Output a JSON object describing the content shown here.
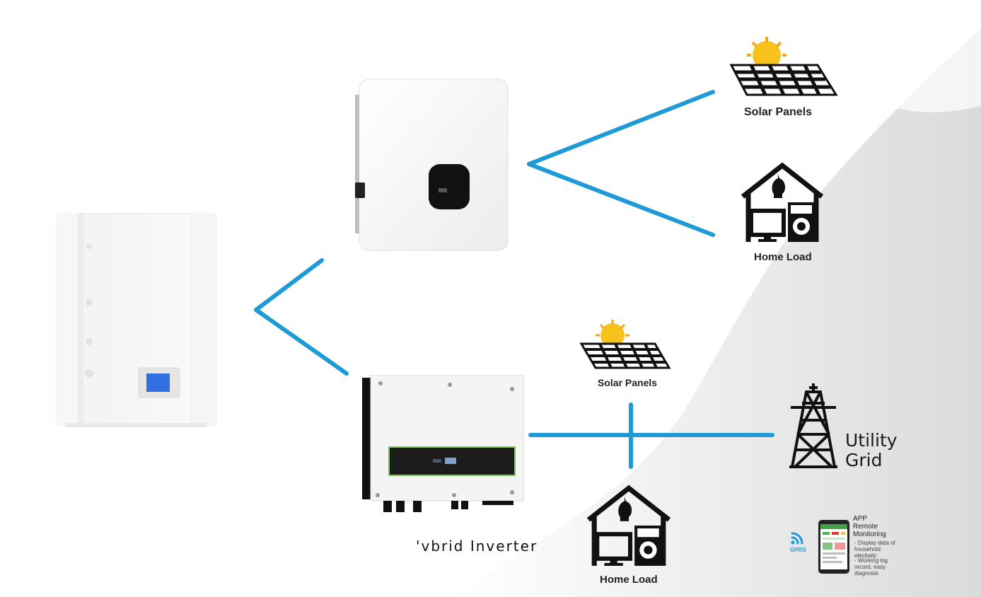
{
  "colors": {
    "connector": "#1e9bd7",
    "icon": "#111111",
    "sun": "#f6c21b",
    "screen_blue": "#2f6fe0"
  },
  "top_system": {
    "solar_label": "Solar Panels",
    "home_label": "Home Load"
  },
  "bottom_system": {
    "inverter_label": "'vbrid Inverter",
    "solar_label": "Solar Panels",
    "home_label": "Home Load",
    "grid_label_line1": "Utility",
    "grid_label_line2": "Grid"
  },
  "app": {
    "gprs_label": "GPRS",
    "title_line1": "APP",
    "title_line2": "Remote",
    "title_line3": "Monitoring",
    "item1": "- Display data of household elecbaily",
    "item2": "- Working log record, easy diagnosis"
  },
  "icons": [
    "solar-panel-icon",
    "house-load-icon",
    "transmission-tower-icon",
    "wifi-signal-icon",
    "phone-icon"
  ]
}
